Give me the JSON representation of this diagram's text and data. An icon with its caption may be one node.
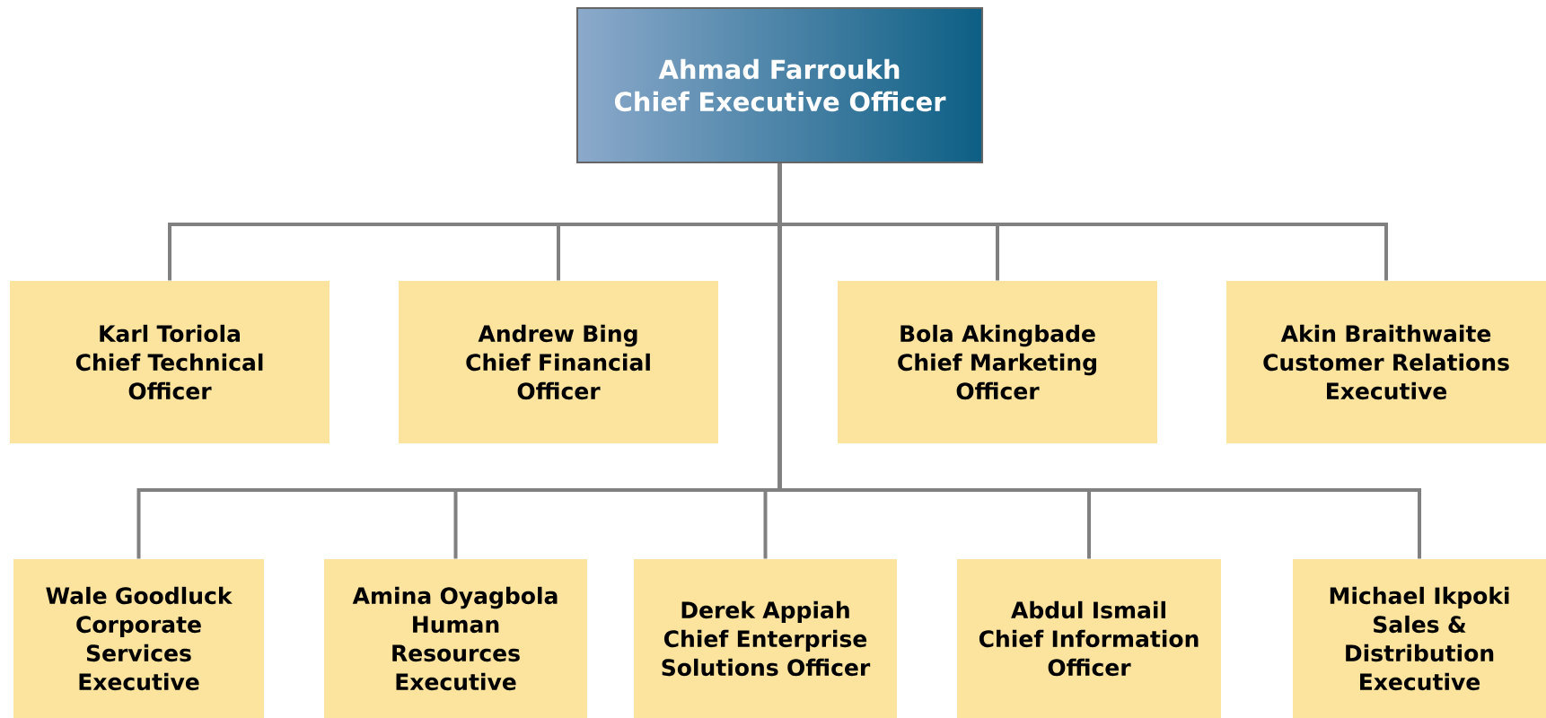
{
  "diagram": {
    "nodes": [
      {
        "text": [
          "Ahmad Farroukh",
          "Chief Executive Officer"
        ]
      },
      {
        "text": [
          "Karl Toriola",
          "Chief Technical Officer"
        ]
      },
      {
        "text": [
          "Andrew Bing",
          "Chief Financial Officer"
        ]
      },
      {
        "text": [
          "Bola Akingbade",
          "Chief Marketing Officer"
        ]
      },
      {
        "text": [
          "Akin Braithwaite",
          "Customer Relations Executive"
        ]
      },
      {
        "text": [
          "Wale Goodluck",
          "Corporate Services Executive"
        ]
      },
      {
        "text": [
          "Amina Oyagbola",
          "Human Resources Executive"
        ]
      },
      {
        "text": [
          "Derek Appiah",
          "Chief Enterprise Solutions Officer"
        ]
      },
      {
        "text": [
          "Abdul Ismail",
          "Chief Information Officer"
        ]
      },
      {
        "text": [
          "Michael Ikpoki",
          "Sales & Distribution Executive"
        ]
      }
    ],
    "edges": [
      {
        "from": 0,
        "to": 1,
        "arrow": "none"
      },
      {
        "from": 0,
        "to": 2,
        "arrow": "none"
      },
      {
        "from": 0,
        "to": 3,
        "arrow": "none"
      },
      {
        "from": 0,
        "to": 4,
        "arrow": "none"
      },
      {
        "from": 0,
        "to": 5,
        "arrow": "none"
      },
      {
        "from": 0,
        "to": 6,
        "arrow": "none"
      },
      {
        "from": 0,
        "to": 7,
        "arrow": "none"
      },
      {
        "from": 0,
        "to": 8,
        "arrow": "none"
      },
      {
        "from": 0,
        "to": 9,
        "arrow": "none"
      }
    ]
  }
}
